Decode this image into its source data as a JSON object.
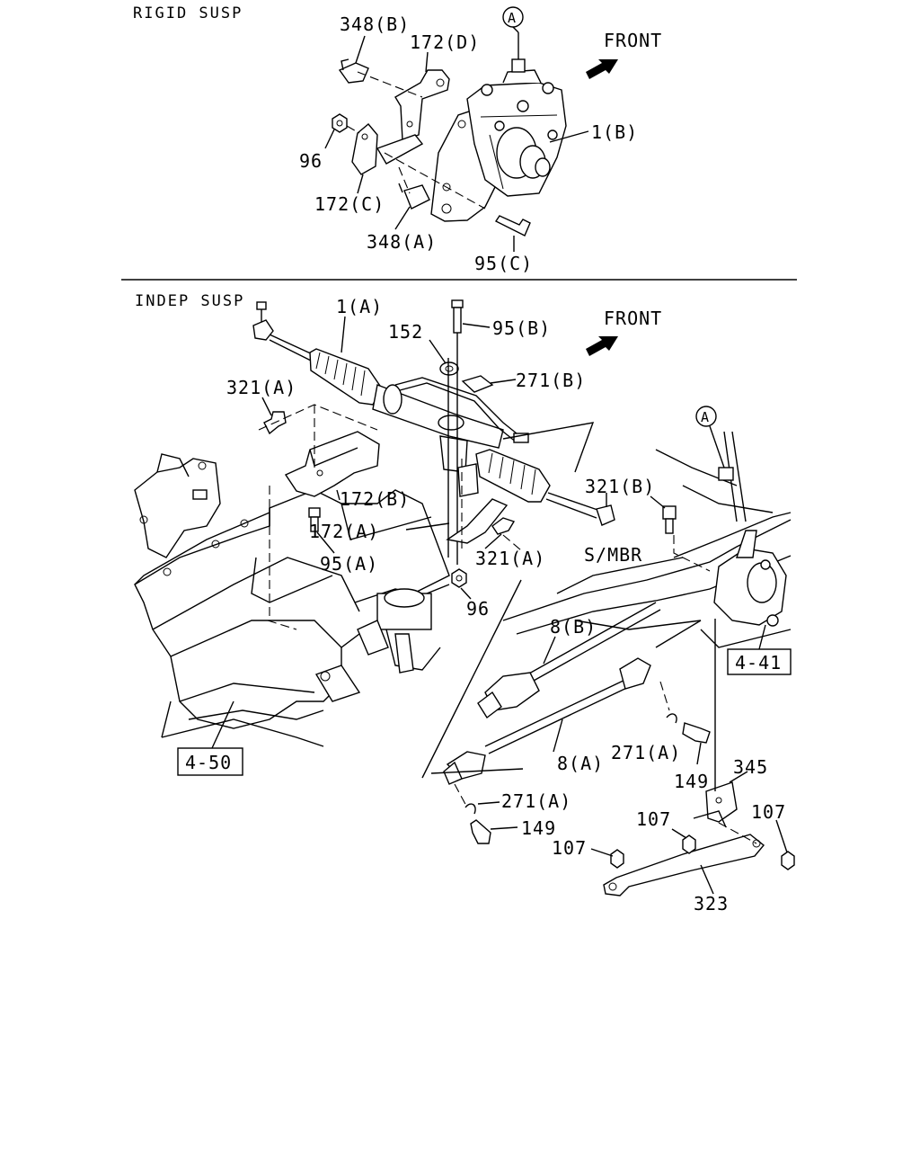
{
  "sections": {
    "rigid": "RIGID SUSP",
    "indep": "INDEP SUSP"
  },
  "front_label": "FRONT",
  "circle_marker": "A",
  "labels": {
    "p348b": "348(B)",
    "p172d": "172(D)",
    "p1b": "1(B)",
    "p96_top": "96",
    "p172c": "172(C)",
    "p348a": "348(A)",
    "p95c": "95(C)",
    "p1a": "1(A)",
    "p95b": "95(B)",
    "p152": "152",
    "p271b": "271(B)",
    "p321a_left": "321(A)",
    "p321b": "321(B)",
    "p172b": "172(B)",
    "p172a": "172(A)",
    "p95a": "95(A)",
    "p321a_mid": "321(A)",
    "p96_mid": "96",
    "smbr": "S/MBR",
    "p8b": "8(B)",
    "p8a": "8(A)",
    "p271a_right": "271(A)",
    "p149_right": "149",
    "p271a_left": "271(A)",
    "p149_left": "149",
    "p345": "345",
    "p107_a": "107",
    "p107_b": "107",
    "p107_c": "107",
    "p323": "323"
  },
  "ref_boxes": {
    "ref441": "4-41",
    "ref450": "4-50"
  }
}
